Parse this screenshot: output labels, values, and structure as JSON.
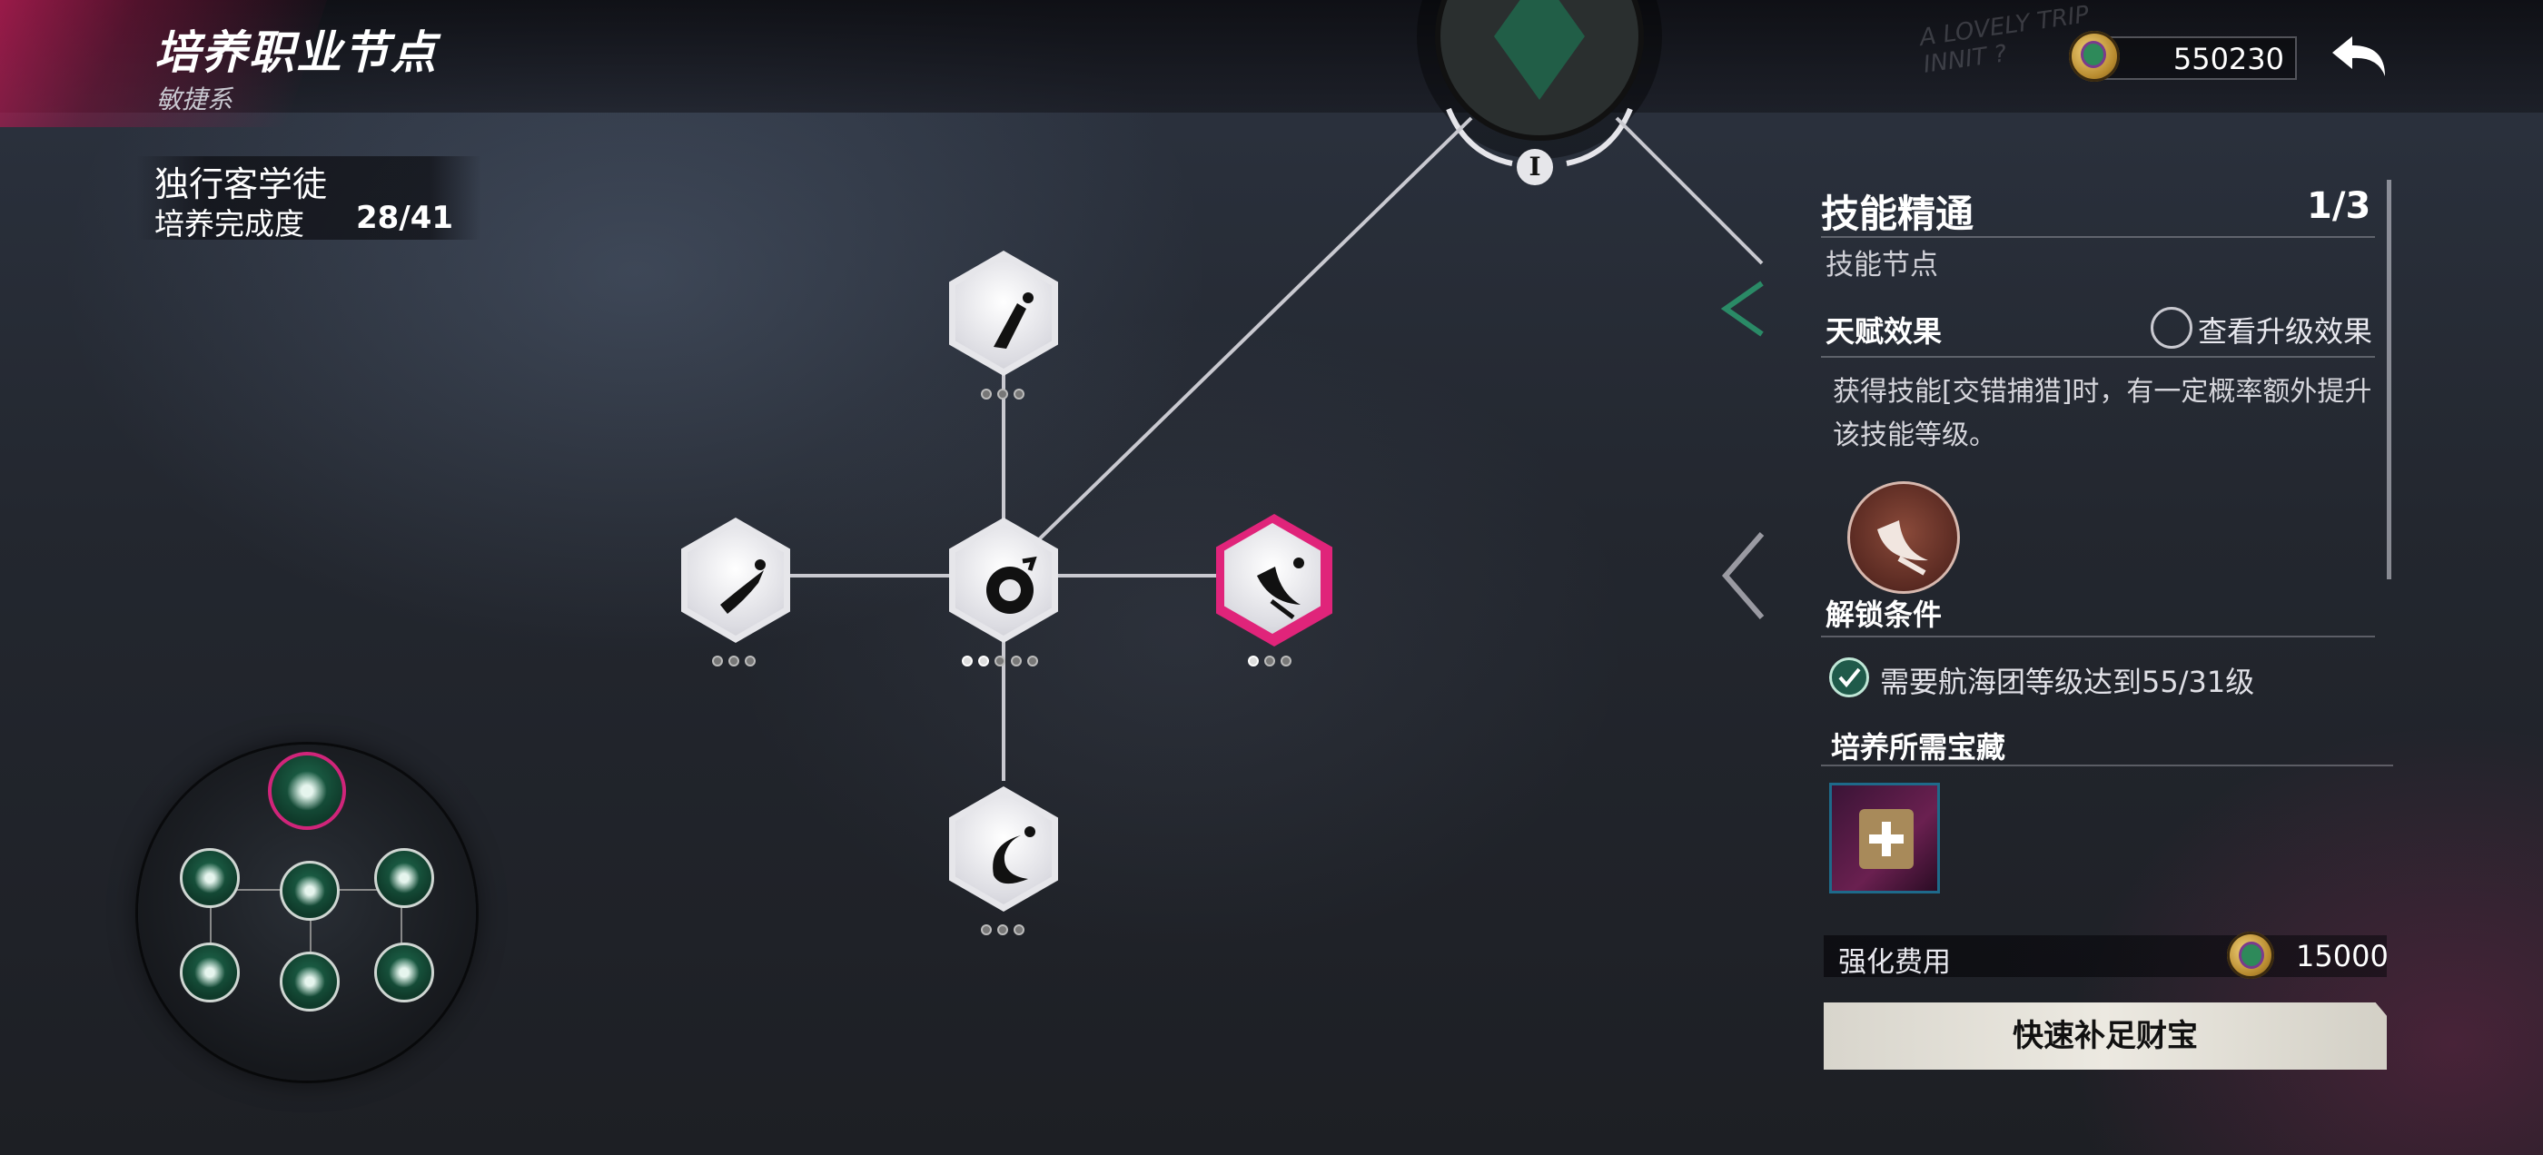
{
  "header": {
    "title": "培养职业节点",
    "subtitle": "敏捷系",
    "currency_value": "550230",
    "watermark": "A LOVELY TRIP\nINNIT ?"
  },
  "class_info": {
    "name": "独行客学徒",
    "progress_label": "培养完成度",
    "progress_value": "28/41"
  },
  "top_node_label": "I",
  "tree": {
    "nodes": [
      {
        "id": "top",
        "level": 0,
        "max_level": 3
      },
      {
        "id": "left",
        "level": 0,
        "max_level": 3
      },
      {
        "id": "center",
        "level": 2,
        "max_level": 5
      },
      {
        "id": "right",
        "level": 1,
        "max_level": 3,
        "selected": true
      },
      {
        "id": "bottom",
        "level": 0,
        "max_level": 3
      }
    ]
  },
  "panel": {
    "title": "技能精通",
    "level": "1/3",
    "type": "技能节点",
    "effect_heading": "天赋效果",
    "view_upgrade": "查看升级效果",
    "description": "获得技能[交错捕猎]时，有一定概率额外提升该技能等级。",
    "unlock_heading": "解锁条件",
    "unlock_condition": "需要航海团等级达到55/31级",
    "treasure_heading": "培养所需宝藏",
    "cost_label": "强化费用",
    "cost_value": "15000",
    "quick_button": "快速补足财宝"
  },
  "colors": {
    "accent_pink": "#e0247a",
    "skill_green": "#1f6a4e",
    "panel_text": "#e8e8ee"
  }
}
